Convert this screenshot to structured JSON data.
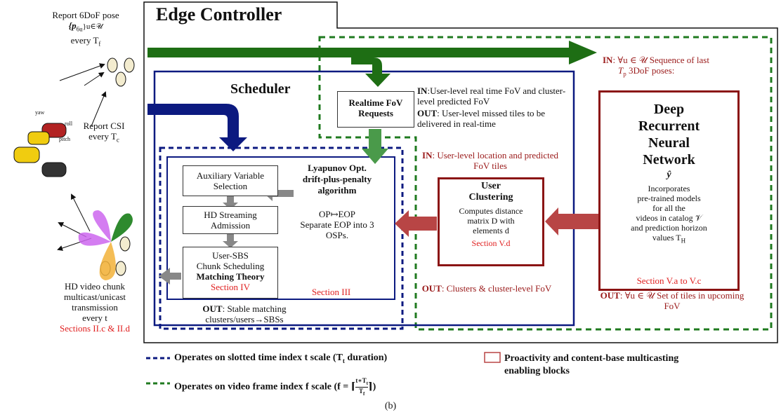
{
  "left_panel": {
    "report_pose_line1": "Report 6DoF pose",
    "report_pose_line2": "{p",
    "report_pose_sub": "6u",
    "report_pose_line2b": "}u∈𝒰",
    "report_pose_line3": "every T",
    "report_pose_line3_sub": "f",
    "report_csi_line1": "Report CSI",
    "report_csi_line2": "every T",
    "report_csi_line2_sub": "c",
    "axis_yaw": "yaw",
    "axis_roll": "roll",
    "axis_pitch": "pitch",
    "hd_line1": "HD video chunk",
    "hd_line2": "multicast/unicast",
    "hd_line3": "transmission",
    "hd_line4": "every t",
    "hd_sections": "Sections II.c & II.d"
  },
  "edge_controller": {
    "title": "Edge Controller"
  },
  "scheduler": {
    "title": "Scheduler",
    "section": "Section III"
  },
  "realtime_fov": {
    "label_line1": "Realtime FoV",
    "label_line2": "Requests",
    "in_label": "IN",
    "in_text": ":User-level real time FoV and cluster-level predicted FoV",
    "out_label": "OUT",
    "out_text": ": User-level missed tiles to be delivered in real-time"
  },
  "top_in": {
    "in_label": "IN",
    "text_line1": ": ∀u ∈ 𝒰 Sequence of last",
    "text_line2": "T",
    "text_line2_sub": "p",
    "text_line2_rest": " 3DoF poses:"
  },
  "drnn": {
    "title_line1": "Deep",
    "title_line2": "Recurrent",
    "title_line3": "Neural",
    "title_line4": "Network",
    "formula": "ŷ",
    "desc_line1": "Incorporates",
    "desc_line2": "pre-trained models",
    "desc_line3": "for all the",
    "desc_line4": "videos in catalog 𝒱",
    "desc_line5": "and prediction horizon",
    "desc_line6": "values T",
    "desc_line6_sub": "H",
    "section": "Section V.a to V.c",
    "out_label": "OUT",
    "out_text": ": ∀u ∈ 𝒰 Set of tiles in upcoming FoV"
  },
  "clustering": {
    "in_label": "IN",
    "in_text": ": User-level location and predicted FoV tiles",
    "title_line1": "User",
    "title_line2": "Clustering",
    "desc_line1": "Computes distance",
    "desc_line2": "matrix D",
    "desc_line2_rest": " with",
    "desc_line3": "elements d",
    "section": "Section V.d",
    "out_label": "OUT",
    "out_text": ": Clusters & cluster-level FoV"
  },
  "lyapunov": {
    "title_line1": "Lyapunov Opt.",
    "title_line2": "drift-plus-penalty",
    "title_line3": "algorithm",
    "op_line": "OP↦EOP",
    "sep_line1": "Separate EOP into 3",
    "sep_line2": "OSPs."
  },
  "steps": {
    "aux_line1": "Auxiliary Variable",
    "aux_line2": "Selection",
    "hd_line1": "HD Streaming",
    "hd_line2": "Admission",
    "sbs_line1": "User-SBS",
    "sbs_line2": "Chunk Scheduling",
    "sbs_line3": "Matching Theory",
    "section": "Section IV"
  },
  "scheduler_out": {
    "out_label": "OUT",
    "out_text": ": Stable matching",
    "line2": "clusters/users→SBSs"
  },
  "legend": {
    "blue_text": "Operates on slotted time index t scale (T",
    "blue_sub": "t",
    "blue_text_end": " duration)",
    "green_text": "Operates on video frame index f scale (f = ⌈",
    "green_frac_num": "t∗T",
    "green_frac_num_sub": "t",
    "green_frac_den": "T",
    "green_frac_den_sub": "f",
    "green_text_end": "⌉)",
    "red_line1": "Proactivity and content-base multicasting",
    "red_line2": "enabling blocks"
  },
  "caption": "(b)",
  "colors": {
    "navy": "#0c1a80",
    "green_dash": "#1f7a1f",
    "green_arrow": "#1e6e14",
    "dark_red": "#8b1414",
    "light_red": "#b84545",
    "section_red": "#e02020"
  }
}
